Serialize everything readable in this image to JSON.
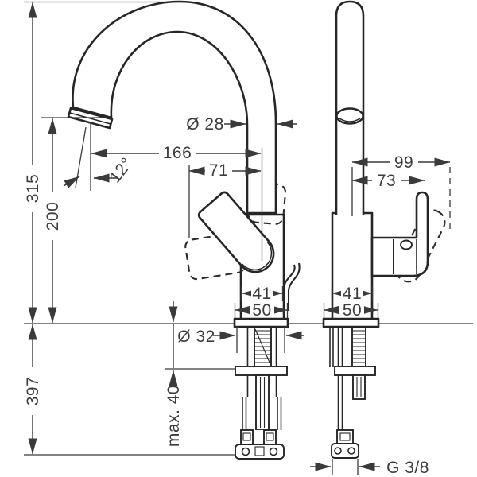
{
  "drawing": {
    "type": "technical-dimension-drawing",
    "colors": {
      "background": "#ffffff",
      "dimension_lines": "#3a3a3a",
      "part_outlines": "#262626",
      "text": "#3c3c3c"
    },
    "dims": {
      "total_height": "315",
      "spout_height": "200",
      "under_counter_depth": "397",
      "spout_reach": "166",
      "handle_to_spout_center": "71",
      "spout_angle": "12°",
      "spout_diameter": "Ø 28",
      "mounting_hole_diameter": "Ø 32",
      "front_body_width": "41",
      "front_base_width": "50",
      "side_body_width": "41",
      "side_base_width": "50",
      "max_counter_thickness": "max. 40",
      "handle_reach_tilted": "99",
      "handle_reach": "73",
      "supply_connection": "G 3/8"
    }
  }
}
